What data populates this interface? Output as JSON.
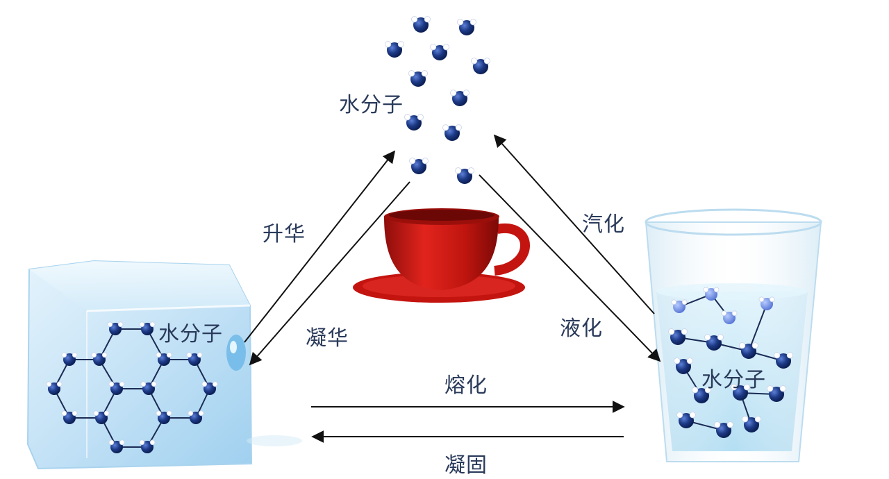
{
  "labels": {
    "vapor_molecules": "水分子",
    "ice_molecules": "水分子",
    "water_molecules": "水分子",
    "sublimation": "升华",
    "deposition": "凝华",
    "vaporization": "汽化",
    "liquefaction": "液化",
    "melting": "熔化",
    "solidification": "凝固"
  },
  "colors": {
    "molecule": "#1d3a86",
    "molecule_light": "#6fa0e8",
    "arrow": "#111111",
    "cup": "#c41a16",
    "ice": "#cfe8f8",
    "glass_water": "#bfe6f7",
    "text": "#2a3a5a"
  },
  "icons": {
    "ice_cube": "ice-cube-icon",
    "cup": "red-teacup-icon",
    "glass": "water-glass-icon",
    "molecule": "water-molecule-icon"
  }
}
